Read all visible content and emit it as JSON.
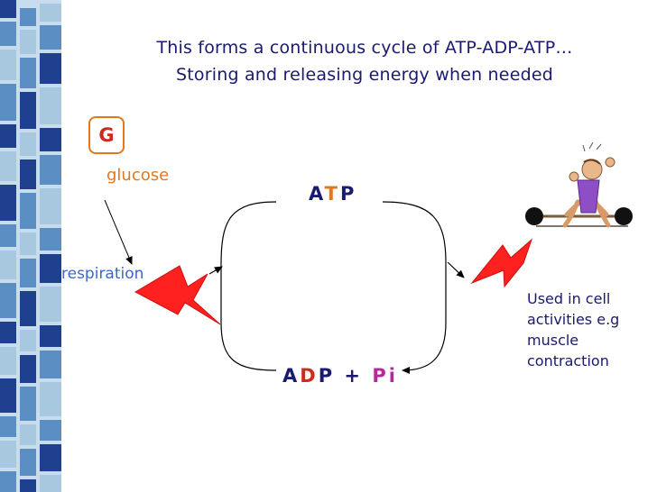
{
  "title": {
    "line1": "This forms a continuous cycle of ATP-ADP-ATP…",
    "line2": "Storing and releasing energy when needed"
  },
  "glucose_box": {
    "symbol": "G"
  },
  "labels": {
    "glucose": "glucose",
    "respiration": "respiration"
  },
  "atp": {
    "a": "A",
    "t": "T",
    "p": "P"
  },
  "adp": {
    "a": "A",
    "d": "D",
    "p": "P",
    "plus": "+",
    "pi": "Pi"
  },
  "used_text": {
    "line1": "Used in cell",
    "line2": "activities e.g",
    "line3": "muscle",
    "line4": "contraction"
  },
  "colors": {
    "stripe_light": "#a8c8e0",
    "stripe_mid": "#5b8fc4",
    "stripe_dark": "#1f3f8f",
    "lightning": "#ff2020",
    "text_dark": "#1a1a6e",
    "orange": "#e07820",
    "red": "#cc2b1f",
    "purple": "#b8289a"
  },
  "icons": {
    "weightlifter": "weightlifter-icon",
    "lightning": "lightning-bolt-icon"
  }
}
